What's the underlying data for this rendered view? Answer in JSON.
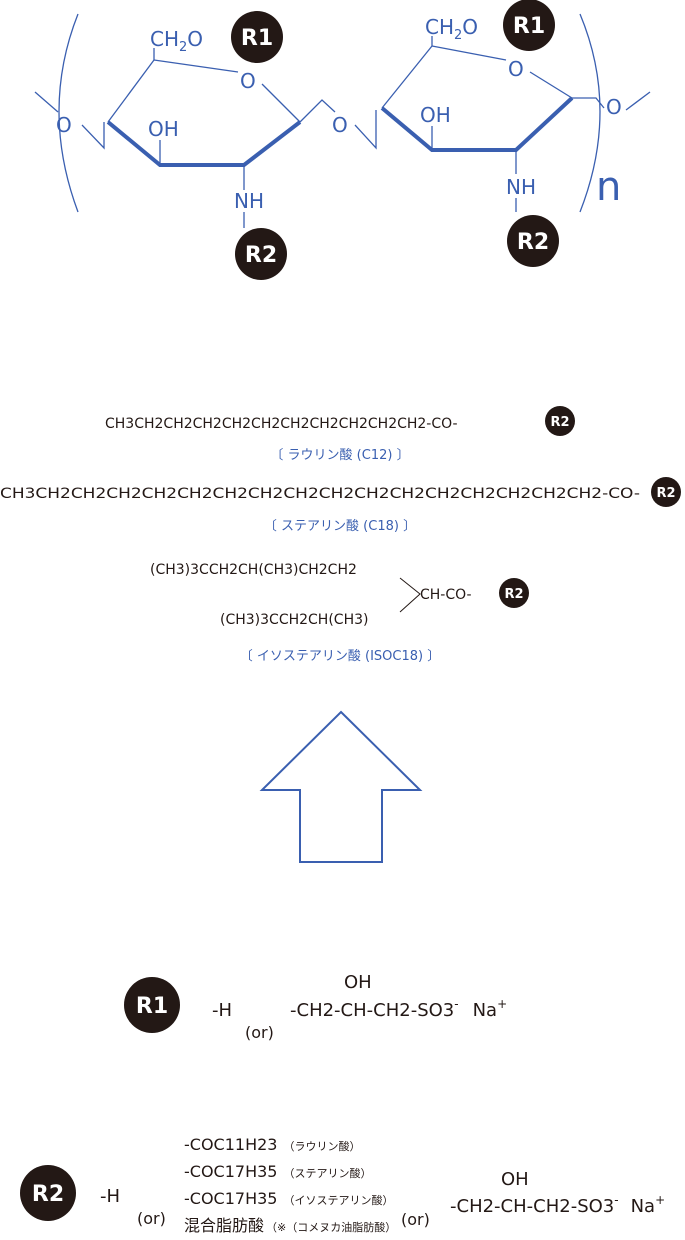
{
  "structure": {
    "ch2o": "CH",
    "ch2o_sub": "2",
    "ch2o_o": "O",
    "ring_o": "O",
    "link_o": "O",
    "oh": "OH",
    "nh": "NH",
    "repeat": "n",
    "r1": "R1",
    "r2": "R2"
  },
  "acyl_chains": [
    {
      "formula": "CH3CH2CH2CH2CH2CH2CH2CH2CH2CH2CH2-CO-",
      "name": "〔 ラウリン酸 (C12) 〕"
    },
    {
      "formula": "CH3CH2CH2CH2CH2CH2CH2CH2CH2CH2CH2CH2CH2CH2CH2CH2CH2-CO-",
      "name": "〔 ステアリン酸 (C18) 〕"
    },
    {
      "formula_top": "(CH3)3CCH2CH(CH3)CH2CH2",
      "formula_bottom": "(CH3)3CCH2CH(CH3)",
      "formula_mid": "CH-CO-",
      "name": "〔 イソステアリン酸 (ISOC18) 〕"
    }
  ],
  "r1_def": {
    "badge": "R1",
    "h": "-H",
    "or": "(or)",
    "oh": "OH",
    "group": "-CH2-CH-CH2-SO3",
    "charge": "-",
    "na": "Na",
    "na_charge": "+"
  },
  "r2_def": {
    "badge": "R2",
    "h": "-H",
    "or1": "(or)",
    "opt1": "-COC11H23",
    "opt1_note": "（ラウリン酸）",
    "opt2": "-COC17H35",
    "opt2_note": "（ステアリン酸）",
    "opt3": "-COC17H35",
    "opt3_note": "（イソステアリン酸）",
    "opt4": "混合脂肪酸",
    "opt4_note": "（※（コメヌカ油脂肪酸）",
    "or2": "(or)",
    "oh": "OH",
    "group": "-CH2-CH-CH2-SO3",
    "charge": "-",
    "na": "Na",
    "na_charge": "+"
  },
  "colors": {
    "blue": "#3a5fb0",
    "black": "#231815"
  }
}
